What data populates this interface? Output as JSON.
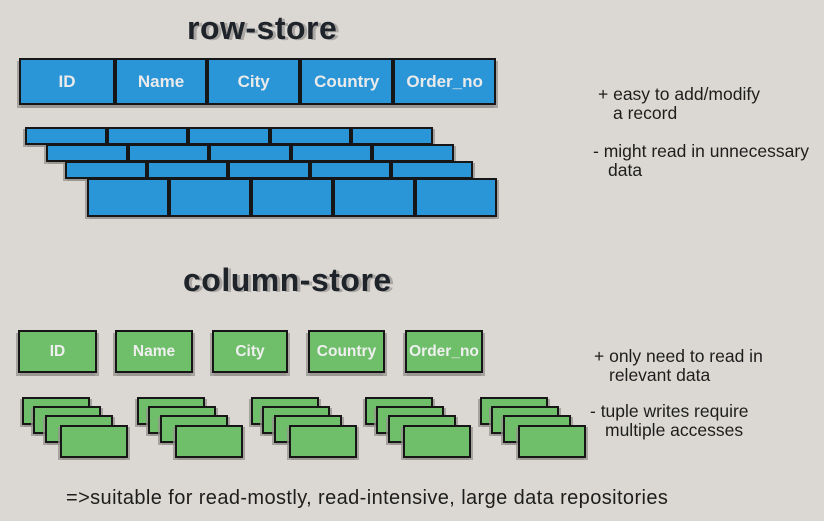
{
  "slide": {
    "background_color": "#dbd8d4",
    "row_color": "#2a96d8",
    "column_color": "#6fbf6a",
    "border_color": "#161616",
    "text_color": "#1d1d1b",
    "row_store": {
      "title": "row-store",
      "headers": [
        "ID",
        "Name",
        "City",
        "Country",
        "Order_no"
      ],
      "record_row_count": 4,
      "pro_lines": [
        "+ easy to add/modify",
        "a record"
      ],
      "con_lines": [
        "- might read in unnecessary",
        "data"
      ]
    },
    "column_store": {
      "title": "column-store",
      "headers": [
        "ID",
        "Name",
        "City",
        "Country",
        "Order_no"
      ],
      "cards_per_column": 4,
      "pro_lines": [
        "+ only need to read in",
        "relevant data"
      ],
      "con_lines": [
        "- tuple writes require",
        "multiple accesses"
      ]
    },
    "footer_note": "=>suitable for read-mostly, read-intensive, large data repositories"
  }
}
